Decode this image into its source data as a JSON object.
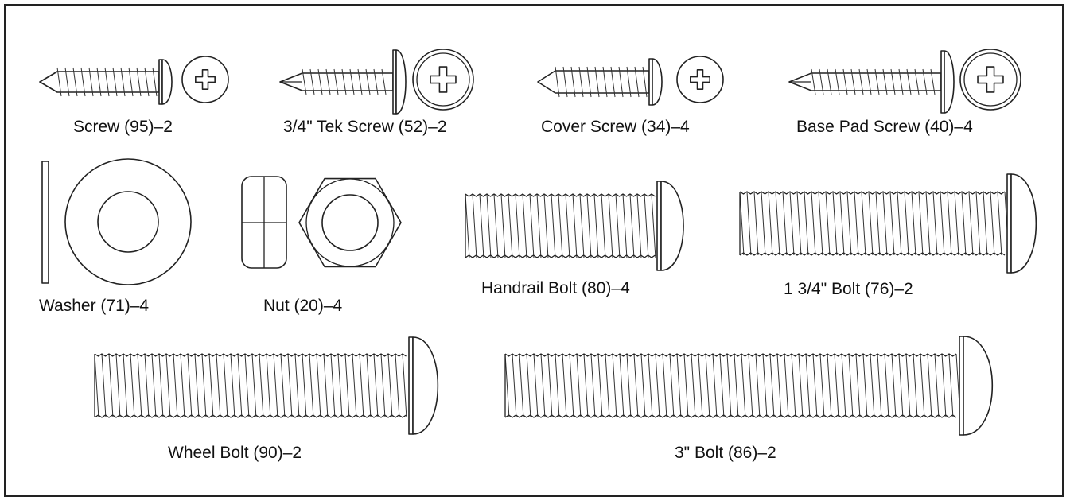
{
  "parts": [
    {
      "name": "Screw",
      "part_no": "95",
      "qty": "2",
      "label": "Screw (95)–2"
    },
    {
      "name": "3/4\" Tek Screw",
      "part_no": "52",
      "qty": "2",
      "label": "3/4\" Tek Screw (52)–2"
    },
    {
      "name": "Cover Screw",
      "part_no": "34",
      "qty": "4",
      "label": "Cover Screw (34)–4"
    },
    {
      "name": "Base Pad Screw",
      "part_no": "40",
      "qty": "4",
      "label": "Base Pad Screw (40)–4"
    },
    {
      "name": "Washer",
      "part_no": "71",
      "qty": "4",
      "label": "Washer (71)–4"
    },
    {
      "name": "Nut",
      "part_no": "20",
      "qty": "4",
      "label": "Nut (20)–4"
    },
    {
      "name": "Handrail Bolt",
      "part_no": "80",
      "qty": "4",
      "label": "Handrail Bolt (80)–4"
    },
    {
      "name": "1 3/4\" Bolt",
      "part_no": "76",
      "qty": "2",
      "label": "1 3/4\" Bolt (76)–2"
    },
    {
      "name": "Wheel Bolt",
      "part_no": "90",
      "qty": "2",
      "label": "Wheel Bolt (90)–2"
    },
    {
      "name": "3\" Bolt",
      "part_no": "86",
      "qty": "2",
      "label": "3\" Bolt (86)–2"
    }
  ]
}
